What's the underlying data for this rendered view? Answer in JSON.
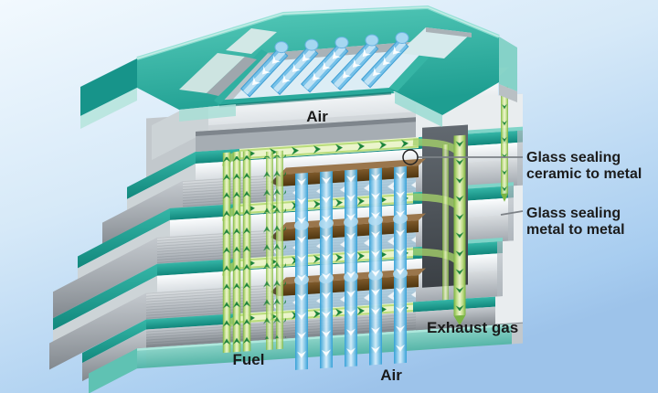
{
  "figure": {
    "type": "3d-cutaway-diagram",
    "subject": "Solid oxide fuel cell stack showing glass sealing locations and gas flows"
  },
  "labels": {
    "air_top": "Air",
    "air_bottom": "Air",
    "fuel": "Fuel",
    "exhaust_gas": "Exhaust gas"
  },
  "annotations": [
    {
      "line1": "Glass sealing",
      "line2": "ceramic to metal"
    },
    {
      "line1": "Glass sealing",
      "line2": "metal to metal"
    }
  ],
  "colors": {
    "background_top": "#f1f8fe",
    "background_bottom": "#9dc3ea",
    "glass_seal_teal": "#2fb0a2",
    "metal_gray": "#b6bcc2",
    "ceramic_brown": "#6e4c24",
    "air_flow_blue": "#5ab4e4",
    "fuel_flow_green": "#a8cf5a",
    "arrow_green": "#0d7a31",
    "label_text": "#1a1a1a",
    "leader_line": "#7d8287"
  }
}
